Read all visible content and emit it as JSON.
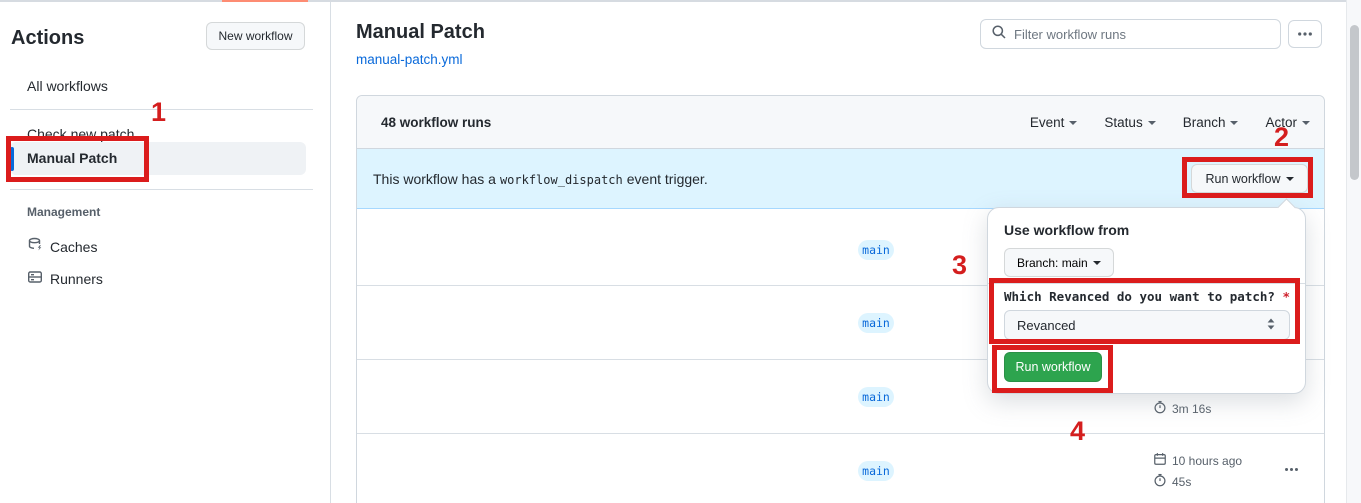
{
  "colors": {
    "accent_blue": "#0969da",
    "banner_blue": "#ddf4ff",
    "button_green": "#2da44e",
    "annotation_red": "#db1c1c",
    "coral_tab_indicator": "#fd8c73",
    "header_gray": "#f6f8fa"
  },
  "sidebar": {
    "title": "Actions",
    "new_workflow_button": "New workflow",
    "items": [
      {
        "label": "All workflows",
        "selected": false
      },
      {
        "label": "Check new patch",
        "selected": false
      },
      {
        "label": "Manual Patch",
        "selected": true
      }
    ],
    "management_label": "Management",
    "management_items": [
      {
        "icon": "cache-icon",
        "label": "Caches"
      },
      {
        "icon": "runner-icon",
        "label": "Runners"
      }
    ]
  },
  "header": {
    "title": "Manual Patch",
    "file_link": "manual-patch.yml",
    "search_placeholder": "Filter workflow runs"
  },
  "runs": {
    "count_label": "48 workflow runs",
    "filters": [
      {
        "label": "Event"
      },
      {
        "label": "Status"
      },
      {
        "label": "Branch"
      },
      {
        "label": "Actor"
      }
    ],
    "banner": {
      "text_before": "This workflow has a",
      "code": "workflow_dispatch",
      "text_after": "event trigger.",
      "run_button": "Run workflow"
    },
    "rows": [
      {
        "branch": "main"
      },
      {
        "branch": "main"
      },
      {
        "branch": "main",
        "duration": "3m 16s"
      },
      {
        "branch": "main",
        "time": "10 hours ago",
        "duration": "45s"
      }
    ]
  },
  "popup": {
    "title": "Use workflow from",
    "branch_selector": "Branch: main",
    "input_label": "Which Revanced do you want to patch?",
    "required_marker": "*",
    "select_value": "Revanced",
    "run_button": "Run workflow"
  },
  "annotations": {
    "step1": "1",
    "step2": "2",
    "step3": "3",
    "step4": "4"
  }
}
